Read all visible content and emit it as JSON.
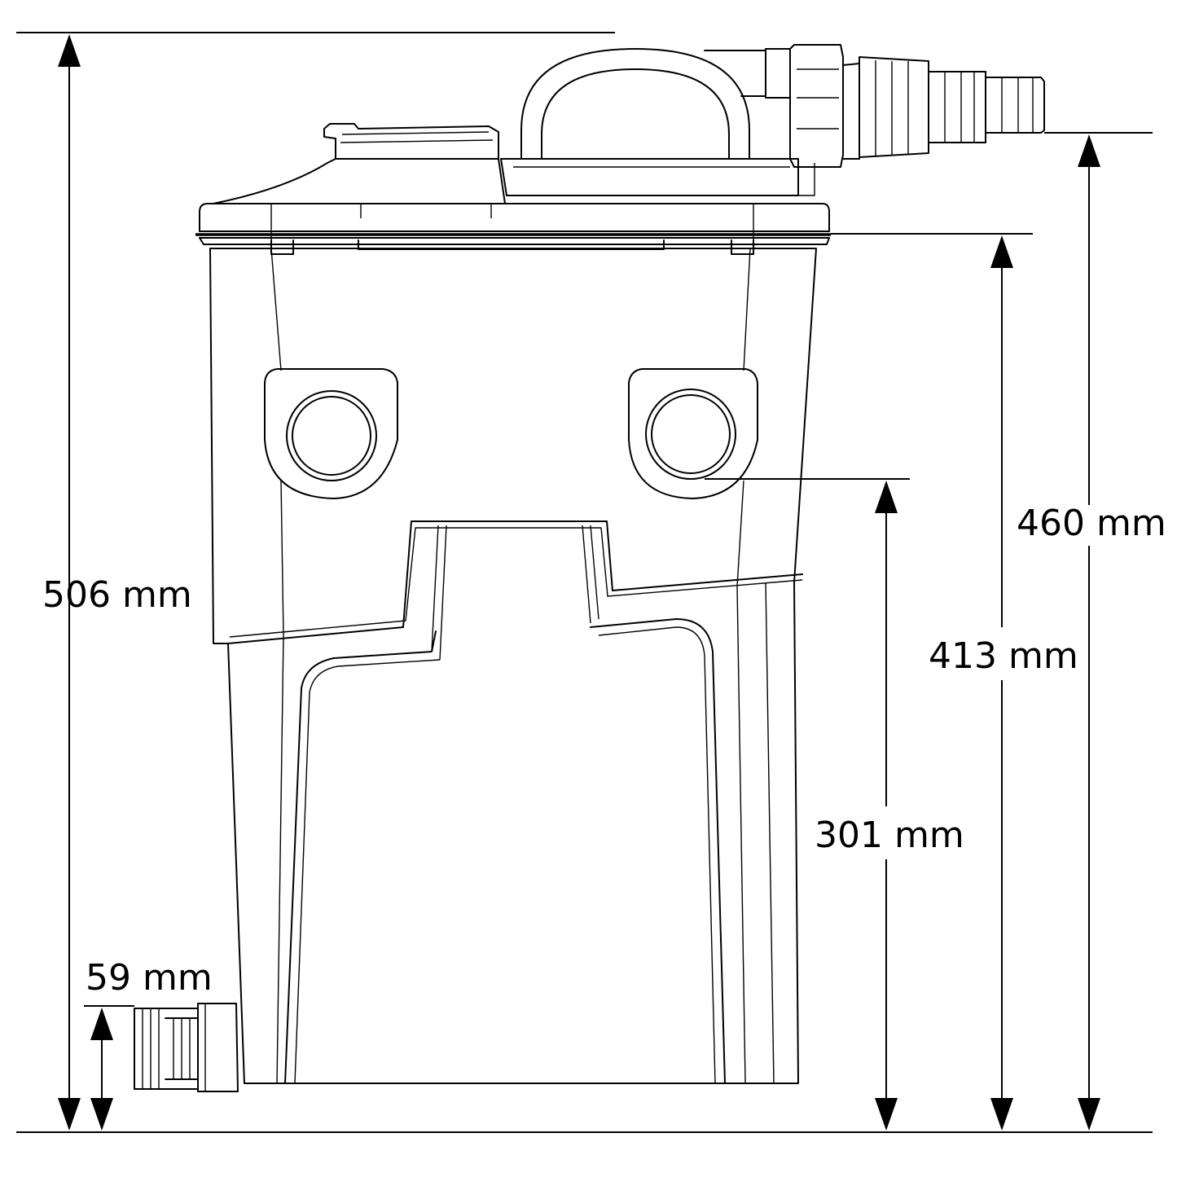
{
  "colors": {
    "line": "#000000",
    "background": "#ffffff"
  },
  "dimensions": [
    {
      "id": "overall-height",
      "label": "506 mm"
    },
    {
      "id": "outlet-height",
      "label": "460 mm"
    },
    {
      "id": "lid-height",
      "label": "413 mm"
    },
    {
      "id": "inlet-height",
      "label": "301 mm"
    },
    {
      "id": "drain-height",
      "label": "59 mm"
    }
  ]
}
